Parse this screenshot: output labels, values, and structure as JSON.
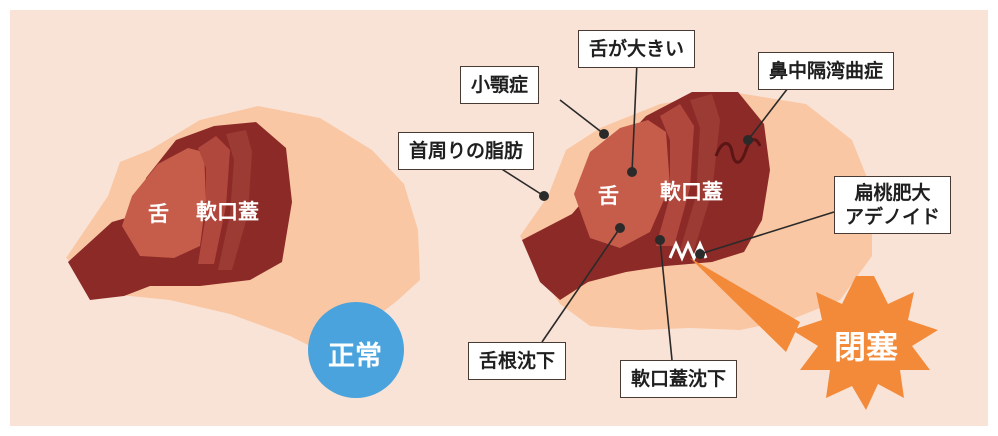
{
  "normal": {
    "tongue": "舌",
    "soft_palate": "軟口蓋",
    "status": "正常"
  },
  "apnea": {
    "tongue": "舌",
    "soft_palate": "軟口蓋",
    "status": "閉塞"
  },
  "labels": {
    "large_tongue": "舌が大きい",
    "micrognathia": "小顎症",
    "deviated_septum": "鼻中隔湾曲症",
    "neck_fat": "首周りの脂肪",
    "tonsil_line1": "扁桃肥大",
    "tonsil_line2": "アデノイド",
    "tongue_drop": "舌根沈下",
    "palate_drop": "軟口蓋沈下"
  },
  "colors": {
    "background": "#f9e3d7",
    "skin": "#f9c7a3",
    "airway": "#8c2a27",
    "tongue": "#c65c4a",
    "palate": "#a8413a",
    "normal_badge": "#4aa3dc",
    "blocked_badge": "#f28a3a"
  }
}
